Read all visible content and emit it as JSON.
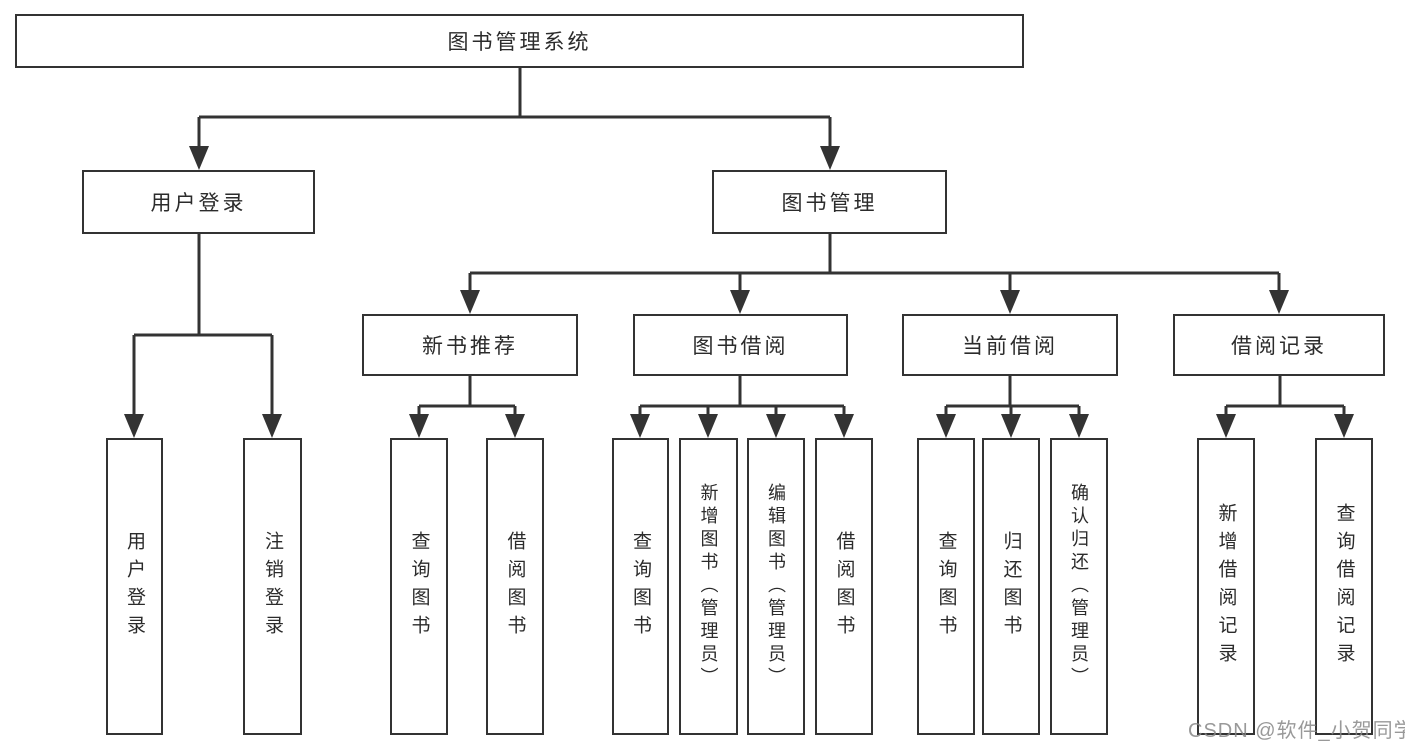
{
  "diagram": {
    "root": {
      "label": "图书管理系统"
    },
    "level2": [
      {
        "label": "用户登录"
      },
      {
        "label": "图书管理"
      }
    ],
    "level3": [
      {
        "label": "新书推荐"
      },
      {
        "label": "图书借阅"
      },
      {
        "label": "当前借阅"
      },
      {
        "label": "借阅记录"
      }
    ],
    "leaves": [
      {
        "label": "用户登录"
      },
      {
        "label": "注销登录"
      },
      {
        "label": "查询图书"
      },
      {
        "label": "借阅图书"
      },
      {
        "label": "查询图书"
      },
      {
        "label": "新增图书（管理员）"
      },
      {
        "label": "编辑图书（管理员）"
      },
      {
        "label": "借阅图书"
      },
      {
        "label": "查询图书"
      },
      {
        "label": "归还图书"
      },
      {
        "label": "确认归还（管理员）"
      },
      {
        "label": "新增借阅记录"
      },
      {
        "label": "查询借阅记录"
      }
    ]
  },
  "watermark": {
    "text": "CSDN @软件_小贺同学"
  },
  "colors": {
    "line": "#333333",
    "node_border": "#333333",
    "text": "#2b2b2b",
    "watermark": "#878787",
    "background": "#ffffff"
  }
}
